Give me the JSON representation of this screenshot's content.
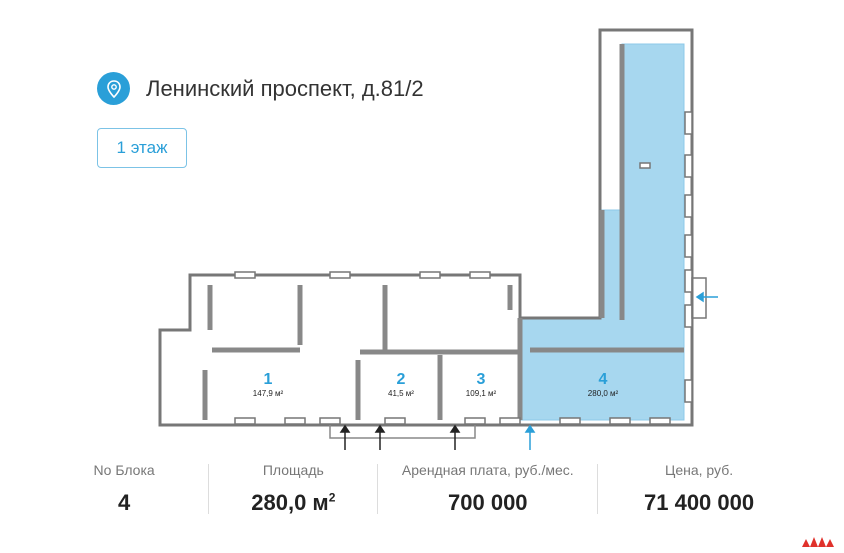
{
  "header": {
    "address": "Ленинский проспект, д.81/2",
    "pin_color": "#2a9fd8"
  },
  "floor_button": {
    "label": "1 этаж"
  },
  "plan": {
    "highlight_color": "#a7d7ef",
    "accent_color": "#2a9fd8",
    "blocks": [
      {
        "number": "1",
        "area": "147,9 м²"
      },
      {
        "number": "2",
        "area": "41,5 м²"
      },
      {
        "number": "3",
        "area": "109,1 м²"
      },
      {
        "number": "4",
        "area": "280,0 м²"
      }
    ]
  },
  "stats": {
    "block": {
      "label": "No Блока",
      "value": "4"
    },
    "area": {
      "label": "Площадь",
      "value": "280,0 м",
      "sup": "2"
    },
    "rent": {
      "label": "Арендная плата, руб./мес.",
      "value": "700 000"
    },
    "price": {
      "label": "Цена, руб.",
      "value": "71 400 000"
    }
  }
}
